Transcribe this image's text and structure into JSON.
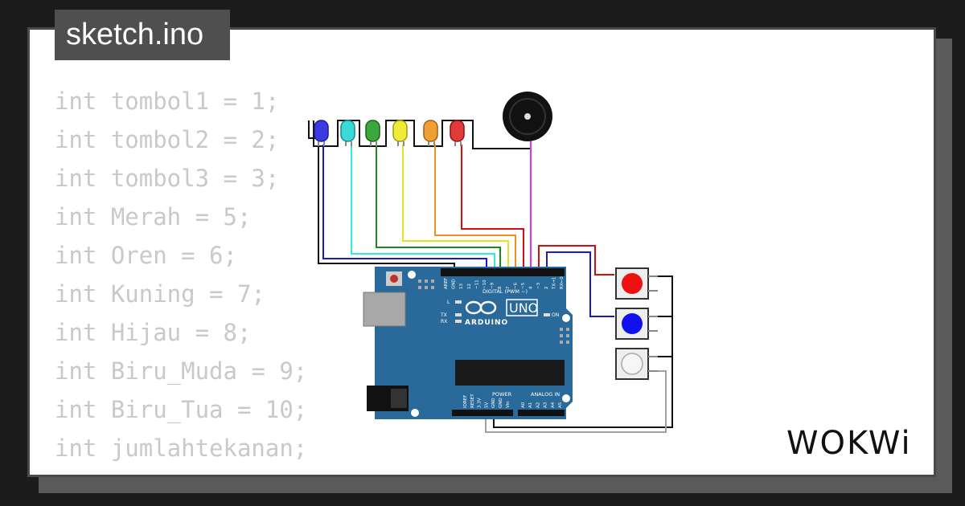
{
  "tab": {
    "title": "sketch.ino"
  },
  "code": {
    "lines": [
      "int tombol1 = 1;",
      "int tombol2 = 2;",
      "int tombol3 = 3;",
      "int Merah = 5;",
      "int Oren = 6;",
      "int Kuning = 7;",
      "int Hijau = 8;",
      "int Biru_Muda = 9;",
      "int Biru_Tua = 10;",
      "int jumlahtekanan;"
    ]
  },
  "board": {
    "model": "UNO",
    "brand": "ARDUINO",
    "digital_label": "DIGITAL (PWM ~)",
    "power_label": "POWER",
    "analog_label": "ANALOG IN",
    "on_label": "ON",
    "l_label": "L",
    "tx_label": "TX",
    "rx_label": "RX",
    "digital_pins": [
      "AREF",
      "GND",
      "13",
      "12",
      "~11",
      "~10",
      "~9",
      "8",
      "7",
      "~6",
      "~5",
      "4",
      "~3",
      "2",
      "TX→1",
      "RX←0"
    ],
    "power_pins": [
      "IOREF",
      "RESET",
      "3.3V",
      "5V",
      "GND",
      "GND",
      "Vin"
    ],
    "analog_pins": [
      "A0",
      "A1",
      "A2",
      "A3",
      "A4",
      "A5"
    ]
  },
  "colors": {
    "board": "#2a6a9a",
    "led_blue": "#3a3ae0",
    "led_cyan": "#3adada",
    "led_green": "#3aa83a",
    "led_yellow": "#f0ea3a",
    "led_orange": "#f0a030",
    "led_red": "#e03a3a",
    "wire_pink": "#e030e0"
  },
  "logo": {
    "text": "WOKWi"
  }
}
